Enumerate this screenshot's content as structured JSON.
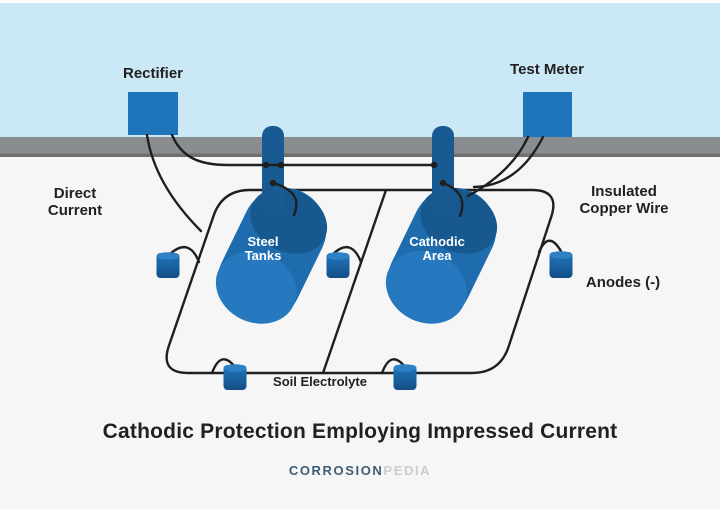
{
  "diagram": {
    "title": "Cathodic Protection Employing Impressed Current",
    "brand": {
      "primary": "CORROSION",
      "secondary": "PEDIA"
    },
    "labels": {
      "rectifier": "Rectifier",
      "test_meter": "Test Meter",
      "direct_current_line1": "Direct",
      "direct_current_line2": "Current",
      "insulated_line1": "Insulated",
      "insulated_line2": "Copper Wire",
      "anodes": "Anodes (-)",
      "steel_tanks_line1": "Steel",
      "steel_tanks_line2": "Tanks",
      "cathodic_area_line1": "Cathodic",
      "cathodic_area_line2": "Area",
      "soil_electrolyte": "Soil Electrolyte"
    },
    "colors": {
      "sky": "#cbe8f7",
      "ground": "#8a8d90",
      "ground_edge": "#6e7072",
      "underground": "#f6f6f7",
      "device_blue": "#1e75ba",
      "tank_blue": "#1e6cae",
      "tank_cap": "#2679bf",
      "tank_top_shade": "#17588f",
      "riser_blue": "#1a5a92",
      "wire": "#1f1f1f",
      "text": "#232021",
      "logo_primary": "#3f5d75",
      "logo_secondary": "#c9cdd1"
    }
  }
}
